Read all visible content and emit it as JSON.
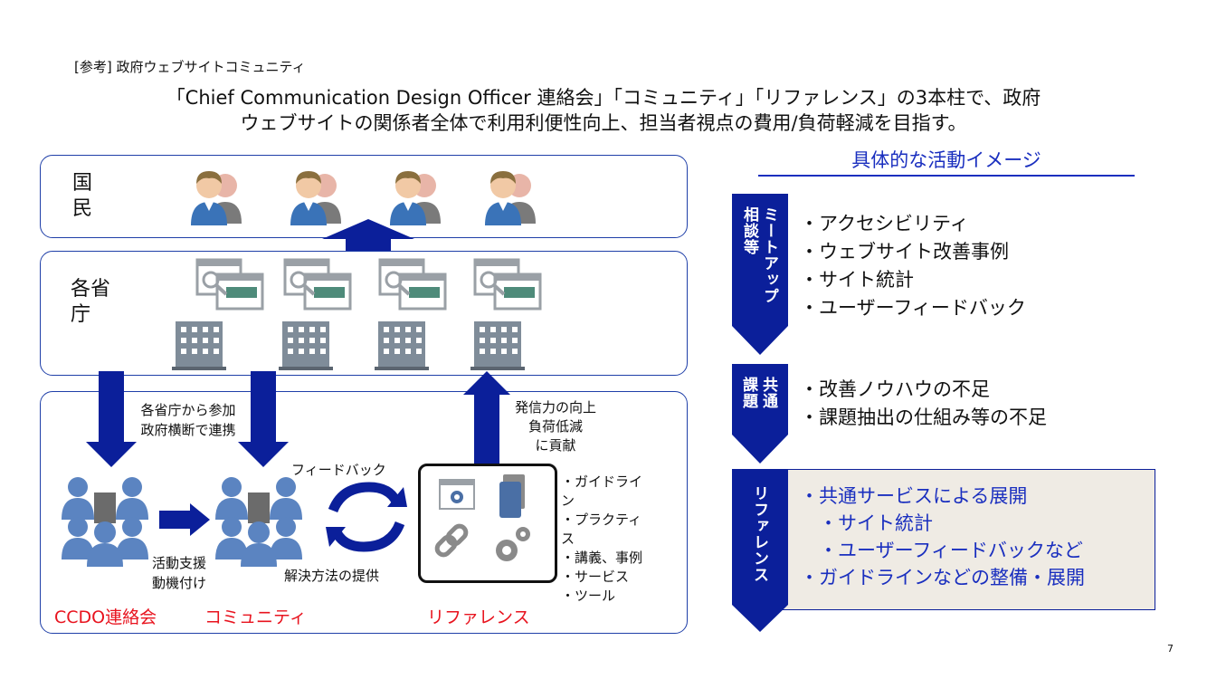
{
  "header": {
    "note": "[参考] 政府ウェブサイトコミュニティ",
    "line1": "「Chief Communication Design Officer 連絡会」「コミュニティ」「リファレンス」の3本柱で、政府",
    "line2": "ウェブサイトの関係者全体で利用利便性向上、担当者視点の費用/負荷軽減を目指す。"
  },
  "left": {
    "citizens_label": "国\n民",
    "ministries_label": "各省\n庁",
    "arrow_join": "各省庁から参加\n政府横断で連携",
    "arrow_info": "発信力の向上\n負荷低減\nに貢献",
    "feedback": "フィードバック",
    "solution": "解決方法の提供",
    "support": "活動支援\n動機付け",
    "ref_items": "・ガイドライ\nン\n・プラクティ\nス\n・講義、事例\n・サービス\n・ツール",
    "name_ccdo": "CCDO連絡会",
    "name_community": "コミュニティ",
    "name_reference": "リファレンス"
  },
  "right": {
    "heading": "具体的な活動イメージ",
    "meetup": {
      "label": "ミートアップ\n相談等",
      "items": [
        "・アクセシビリティ",
        "・ウェブサイト改善事例",
        "・サイト統計",
        "・ユーザーフィードバック"
      ]
    },
    "issues": {
      "label": "共通\n課題",
      "items": [
        "・改善ノウハウの不足",
        "・課題抽出の仕組み等の不足"
      ]
    },
    "reference": {
      "label": "リファレンス",
      "items": [
        "・共通サービスによる展開",
        "　・サイト統計",
        "　・ユーザーフィードバックなど",
        "・ガイドラインなどの整備・展開"
      ]
    }
  },
  "page_number": "7",
  "colors": {
    "navy": "#0b1f9a",
    "blue_text": "#1a2fbf",
    "red": "#e8131e",
    "beige": "#efebe4"
  }
}
